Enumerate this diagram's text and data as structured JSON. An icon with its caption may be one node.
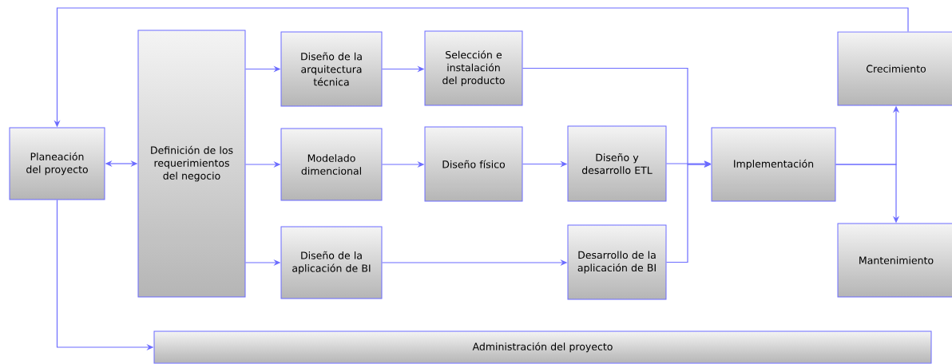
{
  "diagram": {
    "nodes": [
      {
        "text": [
          "Planeación del proyecto"
        ]
      },
      {
        "text": [
          "Definición de los requerimientos del negocio"
        ]
      },
      {
        "text": [
          "Diseño de la arquitectura técnica"
        ]
      },
      {
        "text": [
          "Selección e instalación del producto"
        ]
      },
      {
        "text": [
          "Modelado dimencional"
        ]
      },
      {
        "text": [
          "Diseño físico"
        ]
      },
      {
        "text": [
          "Diseño y desarrollo ETL"
        ]
      },
      {
        "text": [
          "Diseño de la aplicación de BI"
        ]
      },
      {
        "text": [
          "Desarrollo de la aplicación de BI"
        ]
      },
      {
        "text": [
          "Implementación"
        ]
      },
      {
        "text": [
          "Crecimiento"
        ]
      },
      {
        "text": [
          "Mantenimiento"
        ]
      },
      {
        "text": [
          "Administración del proyecto"
        ]
      }
    ],
    "edges": [
      {
        "from": 0,
        "to": 1,
        "arrow": "both"
      },
      {
        "from": 1,
        "to": 2,
        "arrow": "to"
      },
      {
        "from": 1,
        "to": 4,
        "arrow": "to"
      },
      {
        "from": 1,
        "to": 7,
        "arrow": "to"
      },
      {
        "from": 2,
        "to": 3,
        "arrow": "to"
      },
      {
        "from": 4,
        "to": 5,
        "arrow": "to"
      },
      {
        "from": 5,
        "to": 6,
        "arrow": "to"
      },
      {
        "from": 7,
        "to": 8,
        "arrow": "to"
      },
      {
        "from": 3,
        "to": 9,
        "arrow": "to"
      },
      {
        "from": 6,
        "to": 9,
        "arrow": "to"
      },
      {
        "from": 8,
        "to": 9,
        "arrow": "to"
      },
      {
        "from": 9,
        "to": 10,
        "arrow": "to"
      },
      {
        "from": 9,
        "to": 11,
        "arrow": "to"
      },
      {
        "from": 10,
        "to": 0,
        "arrow": "to"
      },
      {
        "from": 0,
        "to": 12,
        "arrow": "to"
      }
    ]
  }
}
